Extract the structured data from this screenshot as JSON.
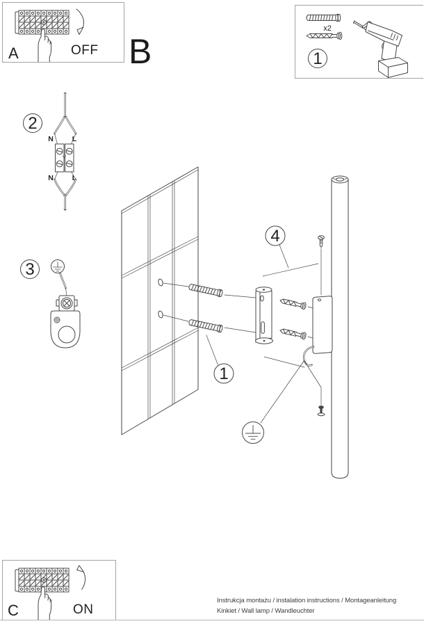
{
  "colors": {
    "background": "#ffffff",
    "ink": "#454545",
    "label": "#1f1f1f",
    "border": "#a3a3a3"
  },
  "panel_a": {
    "letter": "A",
    "switch_state": "OFF"
  },
  "panel_b": {
    "letter": "B"
  },
  "parts_box": {
    "step_number": "1",
    "anchor_quantity": "x2"
  },
  "step_2": {
    "step_number": "2",
    "wire_labels_top": {
      "neutral": "N",
      "live": "L"
    },
    "wire_labels_bottom": {
      "neutral": "N",
      "live": "L"
    }
  },
  "step_3": {
    "step_number": "3"
  },
  "main_diagram": {
    "callout_anchors": "1",
    "callout_bracket": "4"
  },
  "panel_c": {
    "letter": "C",
    "switch_state": "ON"
  },
  "footer": {
    "line_1": "Instrukcja montażu / instalation instructions / Montageanleitung",
    "line_2": "Kinkiet / Wall lamp / Wandleuchter"
  }
}
